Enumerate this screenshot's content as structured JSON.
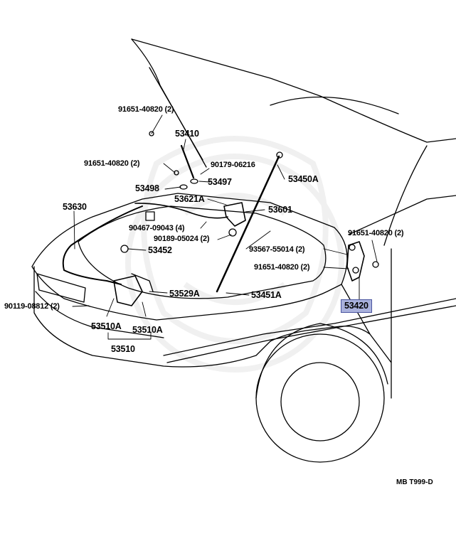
{
  "diagram": {
    "ref_code": "MB T999-D",
    "highlighted_part": "53420",
    "labels": {
      "bolt_top_1": "91651-40820 (2)",
      "support_rod": "53410",
      "bolt_top_2": "91651-40820 (2)",
      "grommet": "90179-06216",
      "cushion_53498": "53498",
      "cushion_53497": "53497",
      "stay_53450a": "53450A",
      "cable_53630": "53630",
      "hinge_53621a": "53621A",
      "lock_53601": "53601",
      "clip_90467": "90467-09043 (4)",
      "clip_90189": "90189-05024 (2)",
      "bumper_53452": "53452",
      "bolt_93567": "93567-55014 (2)",
      "bolt_hinge_upper": "91651-40820 (2)",
      "bolt_hinge_lower": "91651-40820 (2)",
      "lock_53529a": "53529A",
      "stay_53451a": "53451A",
      "screw_90119": "90119-08812 (2)",
      "sub_53510a_left": "53510A",
      "sub_53510a_right": "53510A",
      "assy_53510": "53510",
      "hinge_53420": "53420"
    }
  }
}
